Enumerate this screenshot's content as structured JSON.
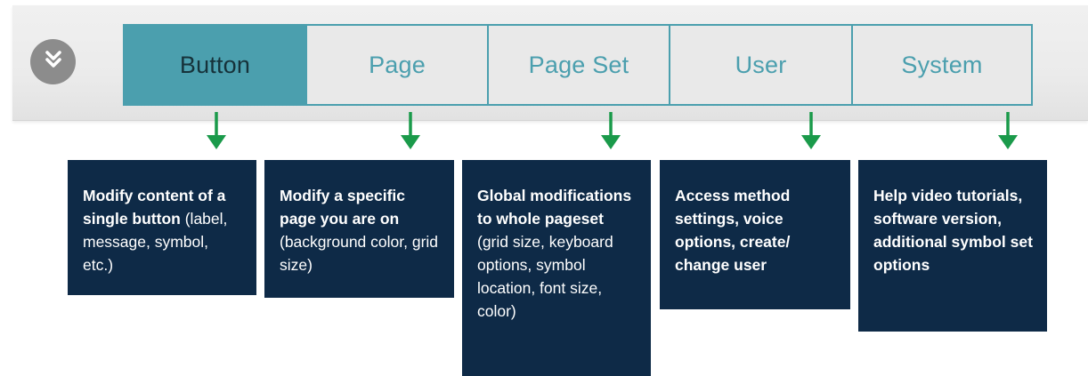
{
  "toolbar": {
    "collapse_icon": "double-chevron-down-icon",
    "tabs": [
      {
        "label": "Button",
        "active": true
      },
      {
        "label": "Page",
        "active": false
      },
      {
        "label": "Page Set",
        "active": false
      },
      {
        "label": "User",
        "active": false
      },
      {
        "label": "System",
        "active": false
      }
    ]
  },
  "callouts": [
    {
      "lead": "Modify content of a single button",
      "detail": "(label, message, symbol, etc.)"
    },
    {
      "lead": "Modify a specific page you are on",
      "detail": "(background color, grid size)"
    },
    {
      "lead": "Global modifications to whole pageset",
      "detail": "(grid size, keyboard options, symbol location, font size, color)"
    },
    {
      "lead": "Access method settings, voice options, create/ change user",
      "detail": ""
    },
    {
      "lead": "Help video tutorials, software version, additional symbol set options",
      "detail": ""
    }
  ],
  "colors": {
    "tab_accent": "#4b9fae",
    "tab_background": "#e9e9e9",
    "callout_background": "#0e2a47",
    "arrow": "#1a9a4a"
  }
}
